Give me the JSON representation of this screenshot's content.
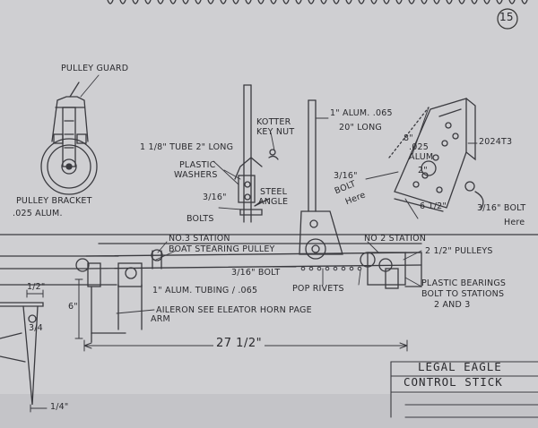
{
  "page_number": "15",
  "title": {
    "line1": "LEGAL EAGLE",
    "line2": "CONTROL STICK"
  },
  "labels": {
    "pulley_guard": "PULLEY GUARD",
    "pulley_bracket": "PULLEY BRACKET",
    "pulley_bracket_material": ".025 ALUM.",
    "tube_2_long_a": "1 1/8\" TUBE 2\" LONG",
    "plastic_washers_a": "PLASTIC",
    "plastic_washers_b": "WASHERS",
    "kotter_key_nut_a": "KOTTER",
    "kotter_key_nut_b": "KEY NUT",
    "alum_065": "1\" ALUM. .065",
    "alum_20_long": "20\" LONG",
    "bolts_size": "3/16\"",
    "bolts": "BOLTS",
    "steel_angle_a": "STEEL",
    "steel_angle_b": "ANGLE",
    "dim_8": "8\"",
    "alum_025_a": ".025",
    "alum_025_b": "ALUM",
    "part_2024t3": "2024T3",
    "dim_2": "2\"",
    "dim_6_half": "6 1/2\"",
    "bolt_here_a": "3/16\"",
    "bolt_here_b": "BOLT",
    "bolt_here_c": "Here",
    "bolt_here_right_a": "3/16\" BOLT",
    "bolt_here_right_b": "Here",
    "bolt_3_16_mid": "3/16\" BOLT",
    "no3_station": "NO.3 STATION",
    "boat_steering_pulley": "BOAT STEARING PULLEY",
    "no2_station": "NO 2 STATION",
    "pulleys_2_half": "2 1/2\" PULLEYS",
    "alum_tubing": "1\" ALUM. TUBING / .065",
    "pop_rivets": "POP RIVETS",
    "plastic_bearings": "PLASTIC BEARINGS",
    "bolt_to_stations": "BOLT TO STATIONS",
    "stations_2_and_3": "2 AND 3",
    "aileron_arm_a": "AILERON  SEE ELEATOR HORN PAGE",
    "aileron_arm_b": "ARM",
    "dim_1_half": "1/2\"",
    "dim_6": "6\"",
    "dim_3_4": "3/4",
    "dim_27_half": "27 1/2\"",
    "dim_1_4": "1/4\""
  }
}
